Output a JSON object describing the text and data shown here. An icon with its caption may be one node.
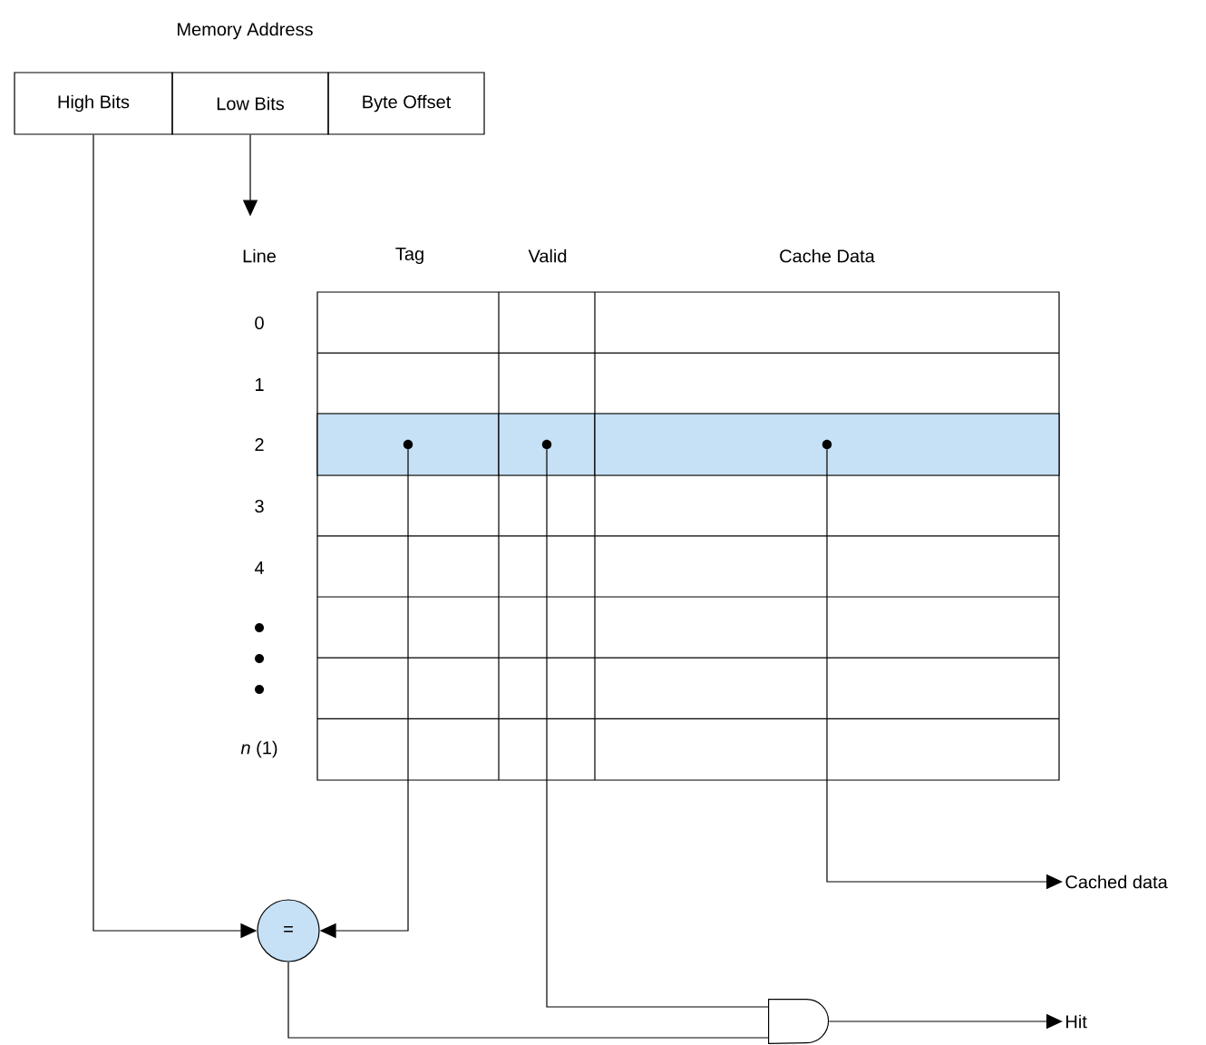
{
  "diagram": {
    "nodes": [
      {
        "text": [
          "High Bits"
        ]
      },
      {
        "text": [
          "Low Bits"
        ]
      },
      {
        "text": [
          "Byte Offset"
        ]
      },
      {
        "text": [],
        "shape": "box"
      },
      {
        "text": [],
        "shape": "box"
      },
      {
        "text": [],
        "shape": "box"
      },
      {
        "text": [
          "="
        ]
      },
      {
        "text": [],
        "shape": "gate"
      },
      {
        "text": [
          "Cached data"
        ]
      },
      {
        "text": [
          "Hit"
        ]
      }
    ],
    "edges": [
      {
        "from": 0,
        "to": 6,
        "arrow": "to"
      },
      {
        "from": 3,
        "to": 6,
        "arrow": "to"
      },
      {
        "from": 1,
        "to": null,
        "arrow": "to"
      },
      {
        "from": 5,
        "to": 8,
        "arrow": "to"
      },
      {
        "from": 4,
        "to": 7,
        "arrow": "none"
      },
      {
        "from": 6,
        "to": 7,
        "arrow": "none"
      },
      {
        "from": 7,
        "to": 9,
        "arrow": "to"
      }
    ],
    "labels": [
      "Memory Address",
      "Line",
      "Tag",
      "Valid",
      "Cache Data",
      "0",
      "1",
      "2",
      "3",
      "4",
      "*n* (1)"
    ]
  }
}
